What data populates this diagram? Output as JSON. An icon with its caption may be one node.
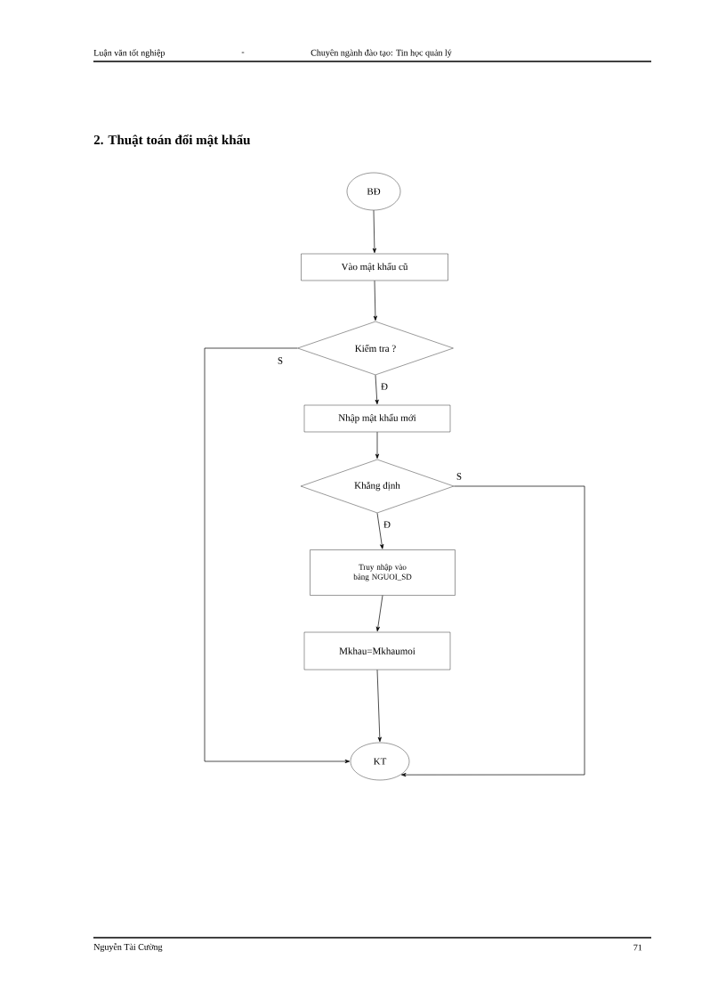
{
  "diagram": {
    "title": "2. Thuật toán đổi mật khẩu",
    "nodes": [
      {
        "text": [
          "BĐ"
        ]
      },
      {
        "text": [
          "Vào mật khẩu cũ"
        ]
      },
      {
        "text": [
          "Kiểm tra ?"
        ]
      },
      {
        "text": [
          "Nhập mật khẩu mới"
        ]
      },
      {
        "text": [
          "Khẳng định"
        ]
      },
      {
        "text": [
          "Truy nhập vào bảng NGUOI_SD"
        ]
      },
      {
        "text": [
          "Mkhau=Mkhaumoi"
        ]
      },
      {
        "text": [
          "KT"
        ]
      }
    ],
    "edges": [
      {
        "from": 0,
        "to": 1,
        "arrow": "to"
      },
      {
        "from": 1,
        "to": 2,
        "arrow": "to"
      },
      {
        "from": 2,
        "to": 3,
        "arrow": "to",
        "label": "Đ"
      },
      {
        "from": 2,
        "to": 7,
        "arrow": "to",
        "label": "S"
      },
      {
        "from": 3,
        "to": 4,
        "arrow": "to"
      },
      {
        "from": 4,
        "to": 5,
        "arrow": "to",
        "label": "Đ"
      },
      {
        "from": 4,
        "to": 7,
        "arrow": "to",
        "label": "S"
      },
      {
        "from": 5,
        "to": 6,
        "arrow": "to"
      },
      {
        "from": 6,
        "to": 7,
        "arrow": "to"
      }
    ],
    "labels": [
      "Luận văn tốt nghiệp",
      "-",
      "Chuyên ngành đào tạo: Tin học quản lý",
      "Nguyễn Tài Cường",
      "71"
    ]
  }
}
